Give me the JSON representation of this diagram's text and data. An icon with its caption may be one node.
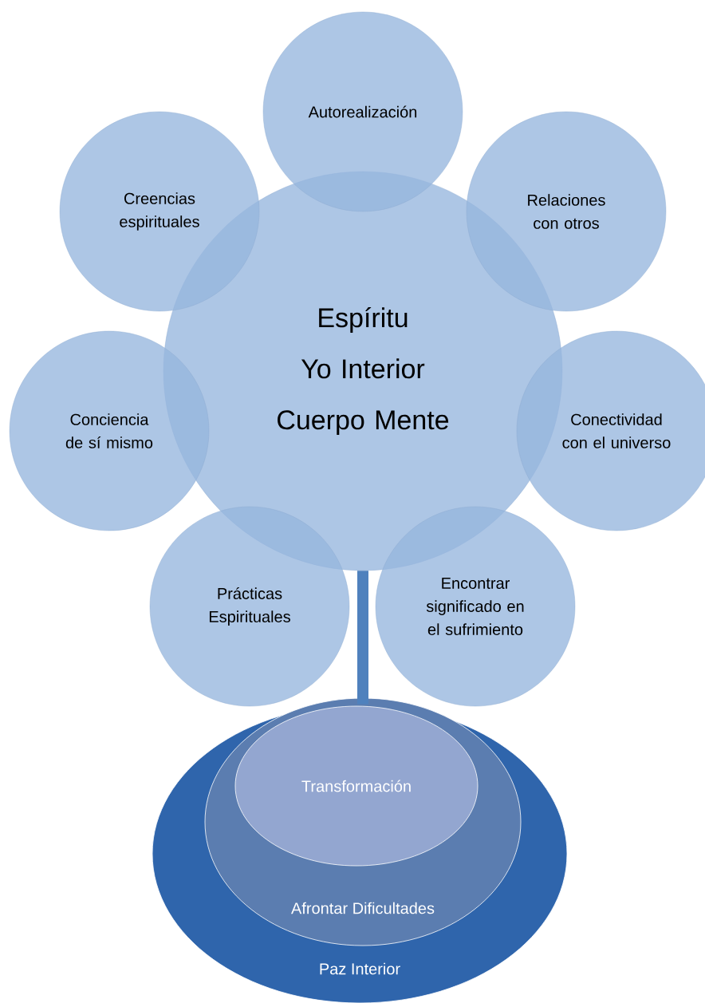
{
  "diagram": {
    "nodes": [
      {
        "text": [
          "Autorealización"
        ]
      },
      {
        "text": [
          "Creencias espirituales"
        ]
      },
      {
        "text": [
          "Relaciones con otros"
        ]
      },
      {
        "text": [
          "Espíritu",
          "Yo Interior",
          "Cuerpo Mente"
        ]
      },
      {
        "text": [
          "Conciencia de sí mismo"
        ]
      },
      {
        "text": [
          "Conectividad con el universo"
        ]
      },
      {
        "text": [
          "Prácticas Espirituales"
        ]
      },
      {
        "text": [
          "Encontrar significado en el sufrimiento"
        ]
      },
      {
        "text": [
          "Paz Interior"
        ]
      },
      {
        "text": [
          "Afrontar Dificultades"
        ],
        "in": 8
      },
      {
        "text": [
          "Transformación"
        ],
        "in": 9
      }
    ],
    "edges": [
      {
        "from": 3,
        "to": 8,
        "arrow": "none"
      }
    ]
  }
}
